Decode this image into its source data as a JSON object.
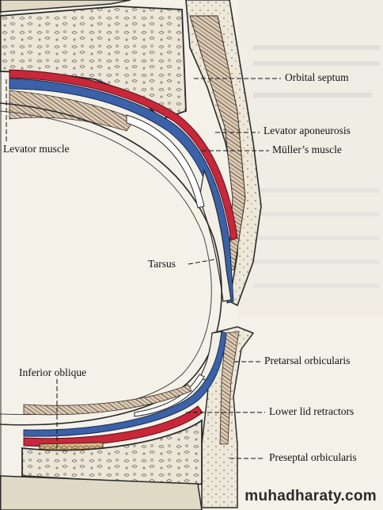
{
  "labels": {
    "orbital_septum": "Orbital septum",
    "levator_aponeurosis": "Levator aponeurosis",
    "levator_muscle": "Levator muscle",
    "mullers_muscle": "Müller’s muscle",
    "tarsus": "Tarsus",
    "inferior_oblique": "Inferior oblique",
    "pretarsal_orbicularis": "Pretarsal orbicularis",
    "lower_lid_retractors": "Lower lid retractors",
    "preseptal_orbicularis": "Preseptal orbicularis"
  },
  "watermark": "muhadharaty.com",
  "colors": {
    "background": "#f4f1e8",
    "levator_red": "#c8283a",
    "muller_blue": "#3b62a8",
    "bone": "#e6e1d4",
    "skin": "#ebe4d2",
    "ink": "#1a1a1a"
  }
}
